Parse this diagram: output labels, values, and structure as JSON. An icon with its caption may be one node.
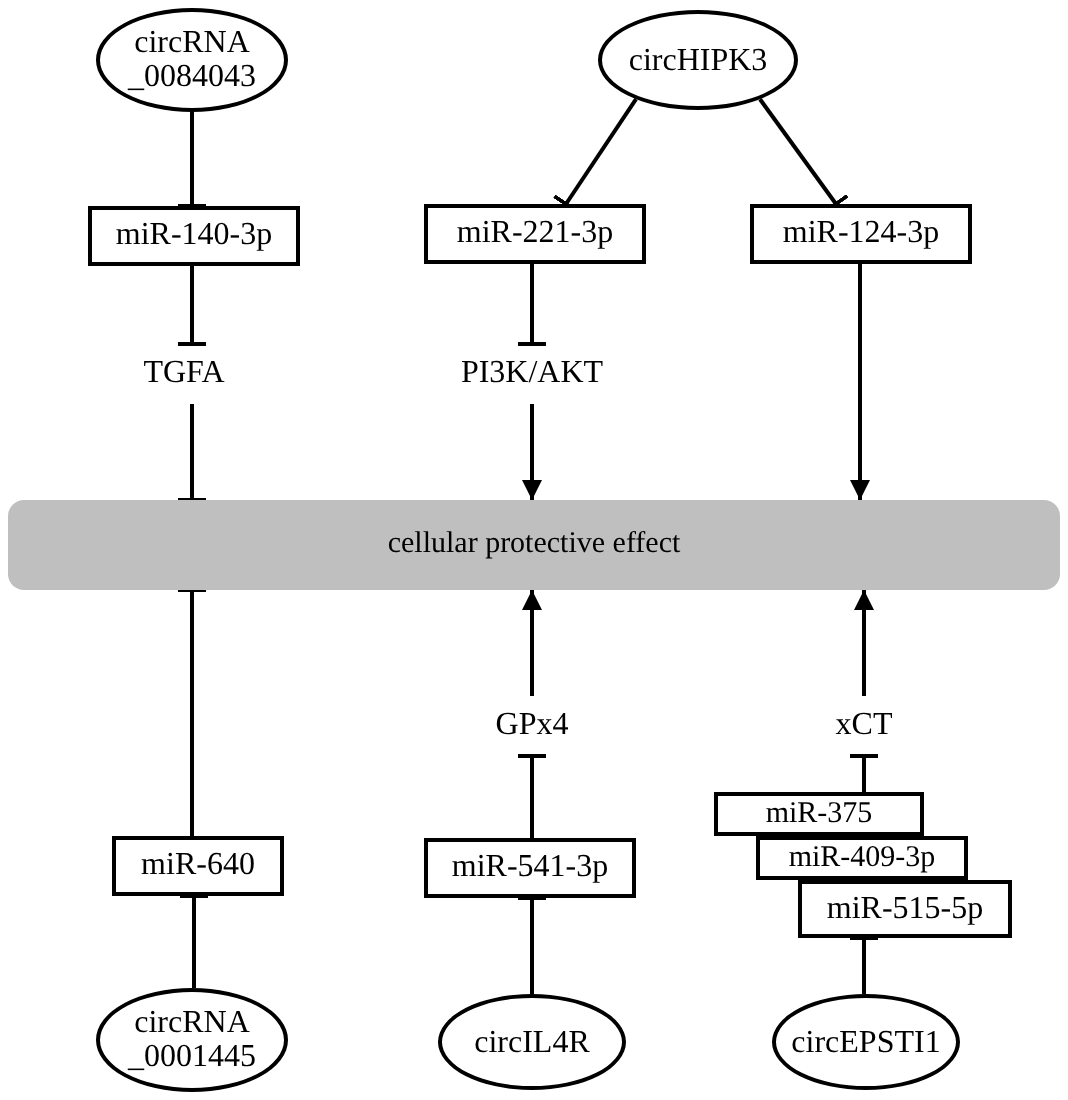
{
  "diagram": {
    "nodes": [
      {
        "text": [
          "circRNA _0084043"
        ]
      },
      {
        "text": [
          "circHIPK3"
        ]
      },
      {
        "text": [
          "miR-140-3p"
        ]
      },
      {
        "text": [
          "miR-221-3p"
        ]
      },
      {
        "text": [
          "miR-124-3p"
        ]
      },
      {
        "text": [
          "TGFA"
        ]
      },
      {
        "text": [
          "PI3K/AKT"
        ]
      },
      {
        "text": [
          "cellular protective effect"
        ]
      },
      {
        "text": [
          "GPx4"
        ]
      },
      {
        "text": [
          "xCT"
        ]
      },
      {
        "text": [
          "miR-375"
        ]
      },
      {
        "text": [
          "miR-409-3p"
        ]
      },
      {
        "text": [
          "miR-515-5p"
        ]
      },
      {
        "text": [
          "miR-640"
        ]
      },
      {
        "text": [
          "miR-541-3p"
        ]
      },
      {
        "text": [
          "circRNA _0001445"
        ]
      },
      {
        "text": [
          "circIL4R"
        ]
      },
      {
        "text": [
          "circEPSTI1"
        ]
      }
    ],
    "edges": [
      {
        "from": 0,
        "to": 2,
        "arrow": "other"
      },
      {
        "from": 1,
        "to": 3,
        "arrow": "other"
      },
      {
        "from": 1,
        "to": 4,
        "arrow": "other"
      },
      {
        "from": 2,
        "to": 5,
        "arrow": "other"
      },
      {
        "from": 3,
        "to": 6,
        "arrow": "other"
      },
      {
        "from": 4,
        "to": 7,
        "arrow": "to"
      },
      {
        "from": 5,
        "to": 7,
        "arrow": "other"
      },
      {
        "from": 6,
        "to": 7,
        "arrow": "to"
      },
      {
        "from": 13,
        "to": 7,
        "arrow": "other"
      },
      {
        "from": 14,
        "to": 8,
        "arrow": "other"
      },
      {
        "from": 8,
        "to": 7,
        "arrow": "to"
      },
      {
        "from": 9,
        "to": 7,
        "arrow": "to"
      },
      {
        "from": 10,
        "to": 9,
        "arrow": "other"
      },
      {
        "from": 17,
        "to": 12,
        "arrow": "other"
      },
      {
        "from": 15,
        "to": 13,
        "arrow": "other"
      },
      {
        "from": 16,
        "to": 14,
        "arrow": "other"
      }
    ]
  }
}
